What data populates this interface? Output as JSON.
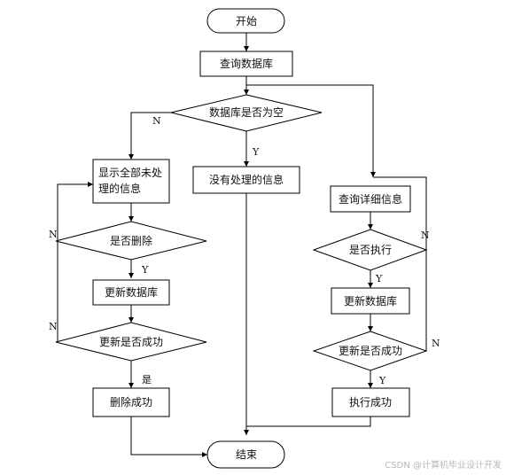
{
  "nodes": {
    "start": "开始",
    "query_db": "查询数据库",
    "db_empty": "数据库是否为空",
    "no_info": "没有处理的信息",
    "show_all_line1": "显示全部未处",
    "show_all_line2": "理的信息",
    "is_delete": "是否删除",
    "update_db_left": "更新数据库",
    "update_success_left": "更新是否成功",
    "delete_success": "删除成功",
    "query_detail": "查询详细信息",
    "is_execute": "是否执行",
    "update_db_right": "更新数据库",
    "update_success_right": "更新是否成功",
    "execute_success": "执行成功",
    "end": "结束"
  },
  "labels": {
    "n_db_empty": "N",
    "y_db_empty": "Y",
    "n_is_delete": "N",
    "y_is_delete": "Y",
    "n_update_left": "N",
    "yes_update_left": "是",
    "n_is_execute": "N",
    "y_is_execute": "Y",
    "n_update_right": "N",
    "y_update_right": "Y"
  },
  "watermark": "CSDN @计算机毕业设计开发"
}
